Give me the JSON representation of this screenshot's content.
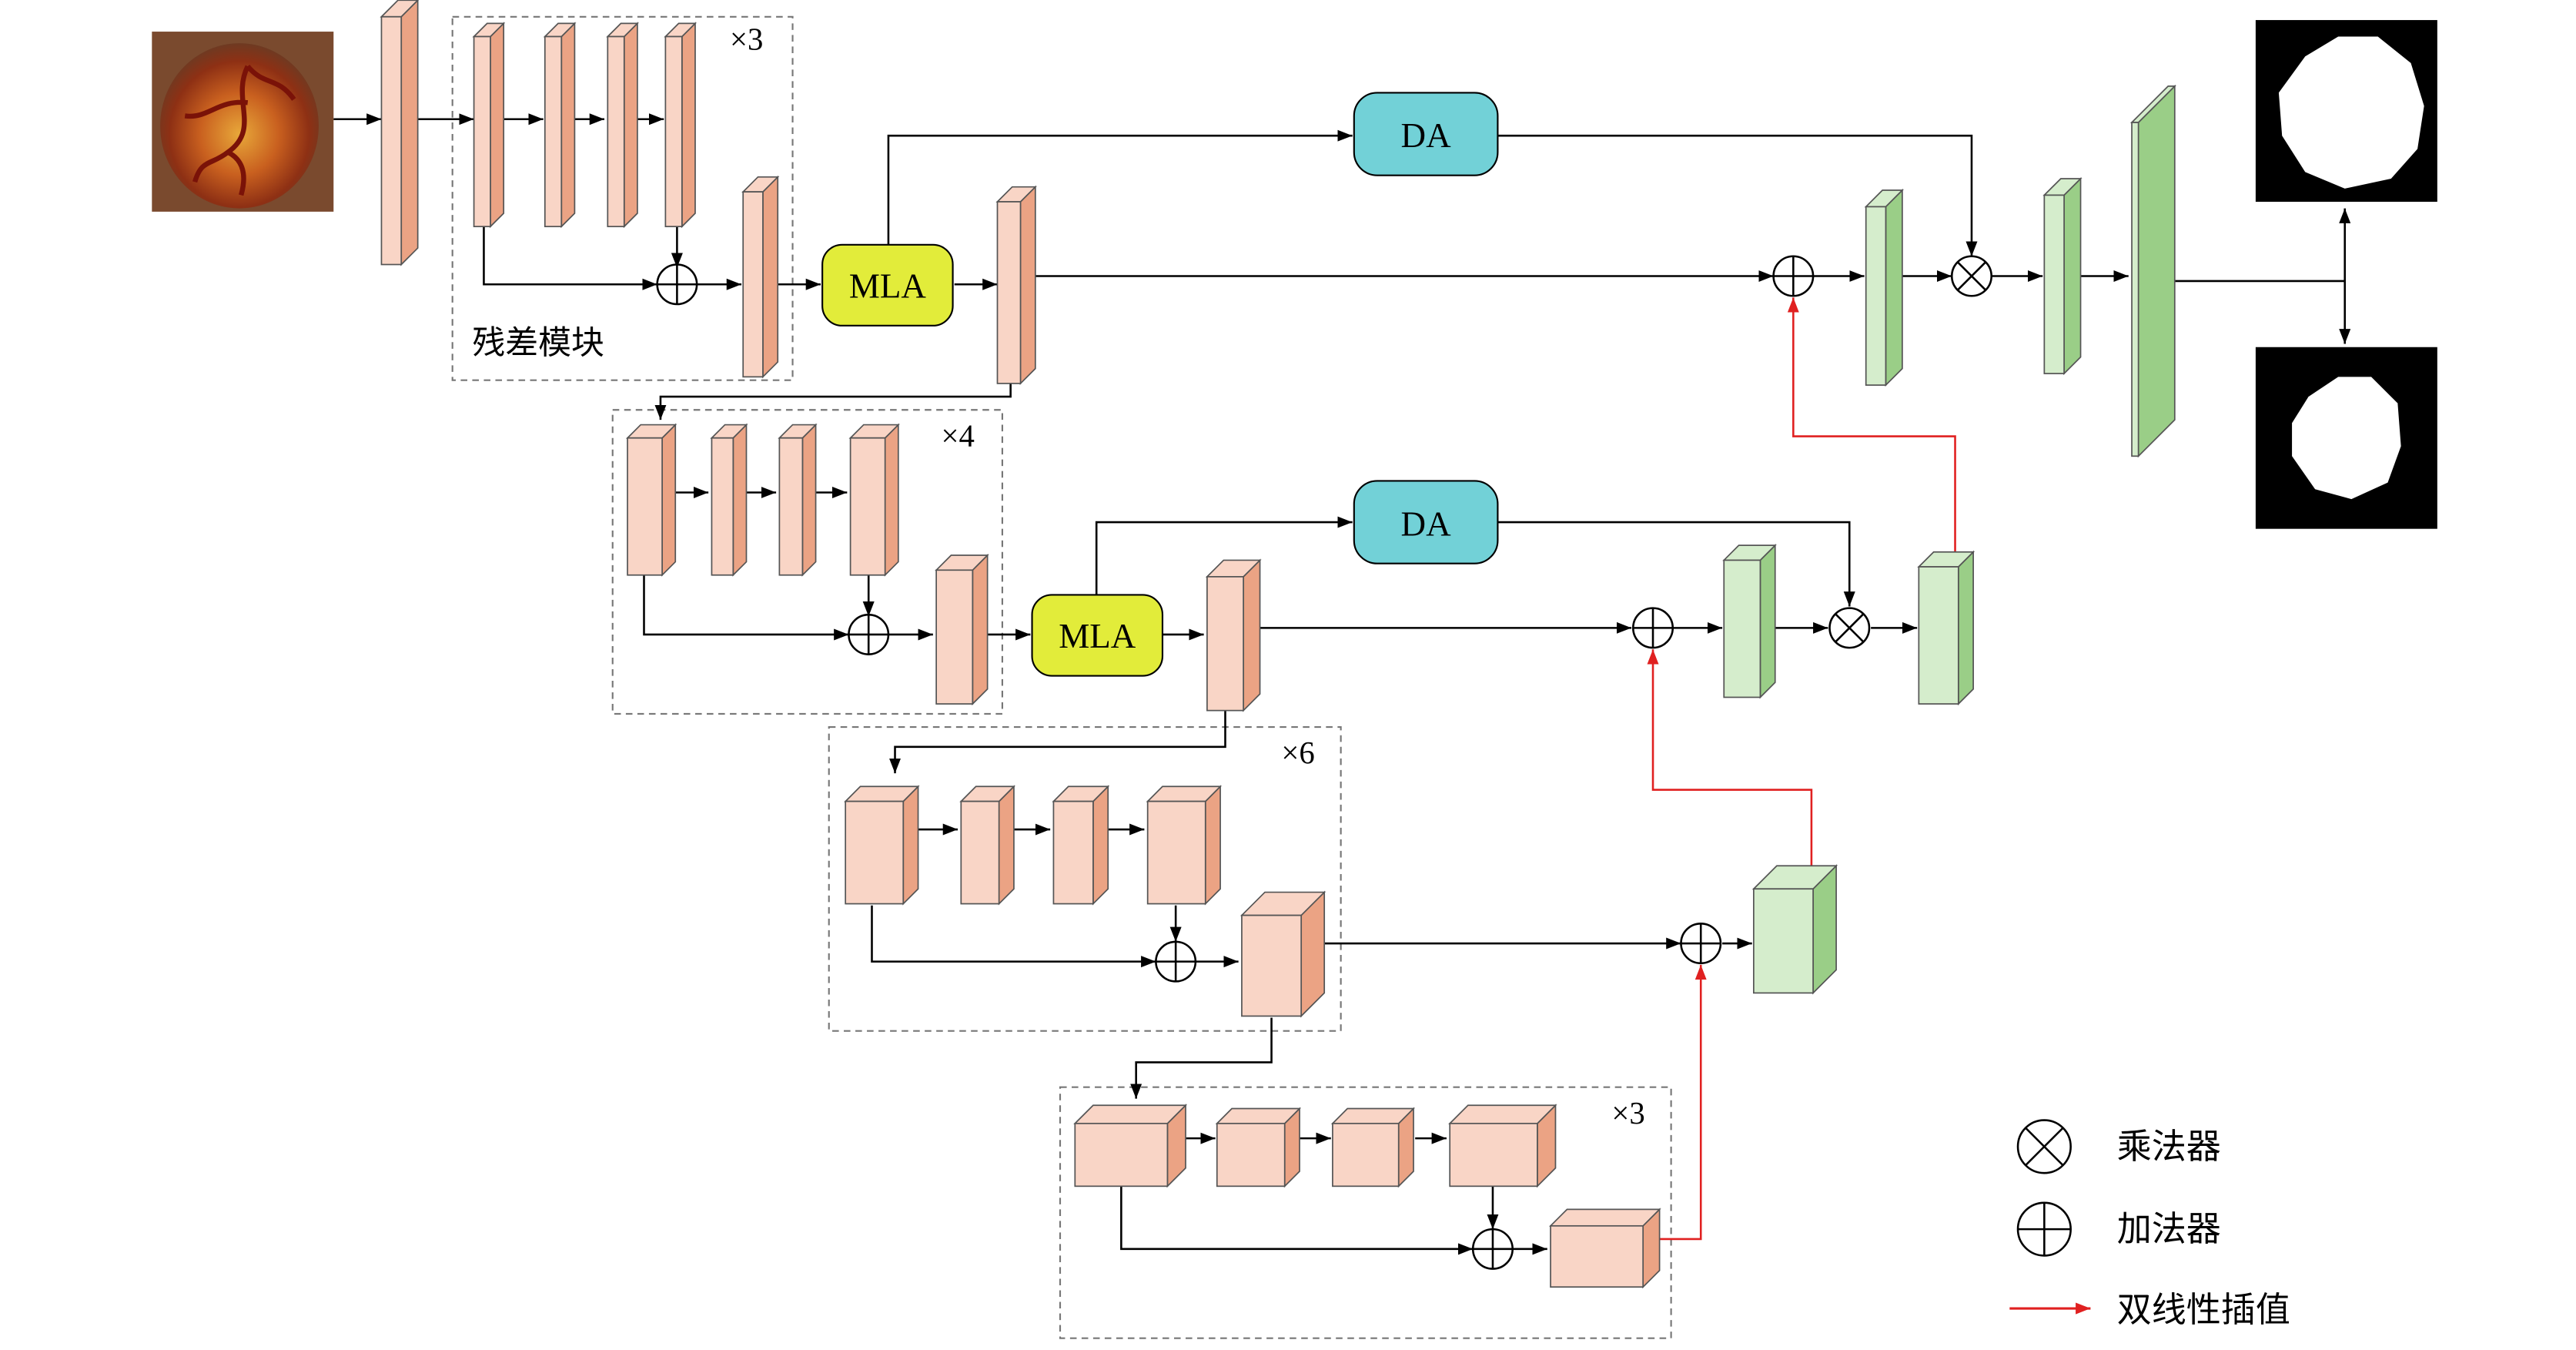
{
  "modules": {
    "mla_label": "MLA",
    "da_label": "DA",
    "residual_block_label": "残差模块"
  },
  "repeats": {
    "stage1": "×3",
    "stage2": "×4",
    "stage3": "×6",
    "stage4": "×3"
  },
  "legend": {
    "multiply": "乘法器",
    "add": "加法器",
    "upsample": "双线性插值"
  },
  "colors": {
    "encoder_front": "#F9D5C6",
    "encoder_side": "#EBA384",
    "decoder_front": "#D5EDCC",
    "decoder_side": "#9ACE87",
    "mla_fill": "#E2EC3A",
    "da_fill": "#72D1D7",
    "upsample_arrow": "#E02020",
    "line": "#000000"
  },
  "icons": {
    "input_image": "fundus-image",
    "output_masks": "binary-mask"
  }
}
